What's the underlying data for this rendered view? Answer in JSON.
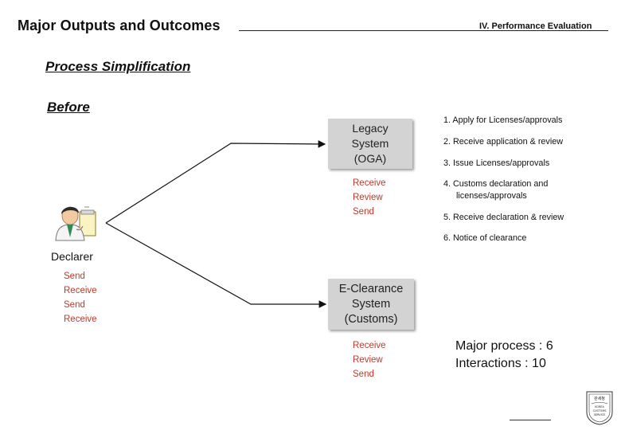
{
  "header": {
    "title": "Major Outputs and Outcomes",
    "section": "IV. Performance Evaluation"
  },
  "subtitle": "Process Simplification",
  "before_label": "Before",
  "legacy_system": {
    "line1": "Legacy",
    "line2": "System",
    "line3": "(OGA)",
    "actions": [
      "Receive",
      "Review",
      "Send"
    ]
  },
  "eclearance_system": {
    "line1": "E-Clearance",
    "line2": "System",
    "line3": "(Customs)",
    "actions": [
      "Receive",
      "Review",
      "Send"
    ]
  },
  "declarer": {
    "label": "Declarer",
    "actions": [
      "Send",
      "Receive",
      "Send",
      "Receive"
    ]
  },
  "steps": [
    "1. Apply for Licenses/approvals",
    "2. Receive application & review",
    "3. Issue Licenses/approvals",
    "4. Customs declaration and",
    "licenses/approvals",
    "5. Receive declaration & review",
    "6. Notice of clearance"
  ],
  "summary": {
    "major_process": "Major process : 6",
    "interactions": "Interactions : 10"
  },
  "seal": {
    "text_top": "관세청",
    "text_mid1": "KOREA",
    "text_mid2": "CUSTOMS",
    "text_mid3": "SERVICE"
  },
  "colors": {
    "action_text": "#c0392b",
    "system_box": "#d3d3d3"
  }
}
